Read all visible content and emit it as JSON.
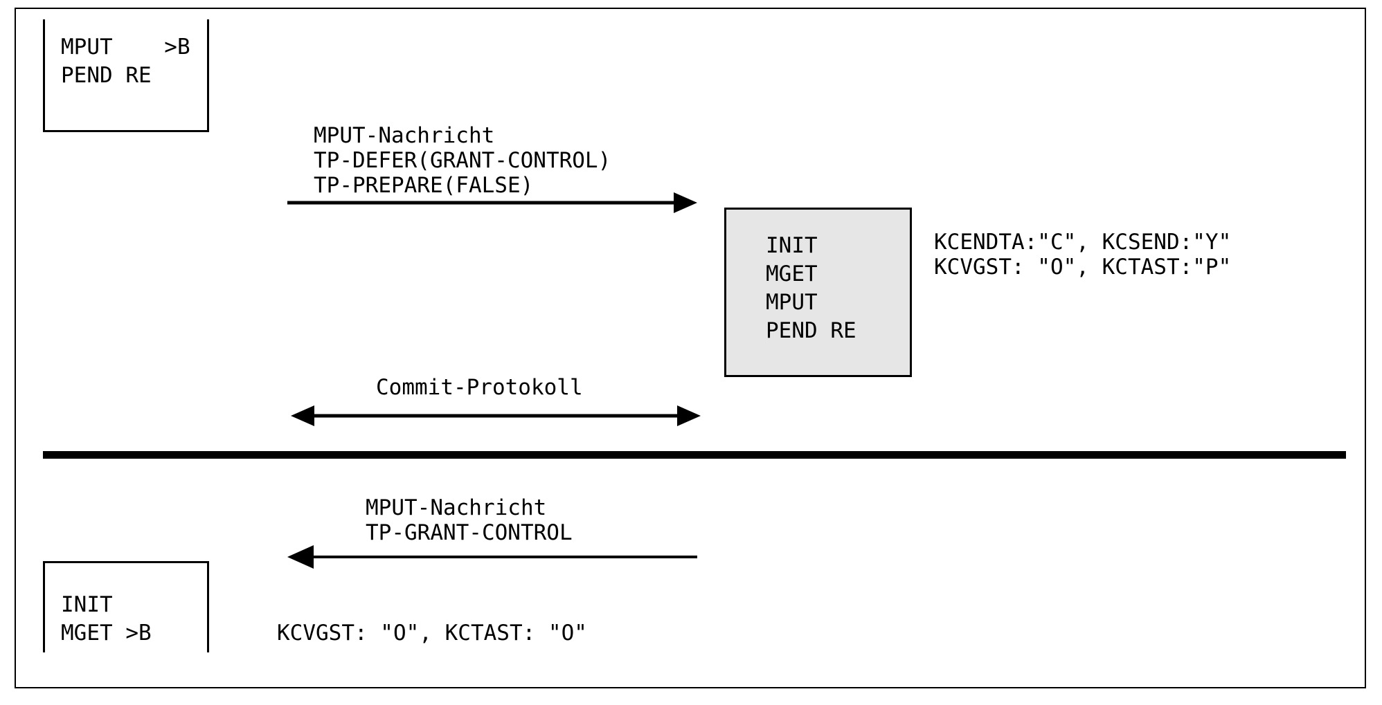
{
  "diagram": {
    "title_colors": {
      "stroke": "#000000",
      "box_fill": "#e6e6e6",
      "background": "#ffffff"
    },
    "top_left_box": {
      "name": "mput-pend-box",
      "lines": [
        "MPUT    >B",
        "PEND RE"
      ]
    },
    "center_box": {
      "name": "init-mget-mput-pend-box",
      "lines": [
        "INIT",
        "MGET",
        "MPUT",
        "PEND RE"
      ]
    },
    "bottom_left_box": {
      "name": "init-mget-box",
      "lines": [
        "INIT",
        "MGET >B"
      ]
    },
    "arrow_top": {
      "name": "mput-message-arrow",
      "direction": "right",
      "labels": [
        "MPUT-Nachricht",
        "TP-DEFER(GRANT-CONTROL)",
        "TP-PREPARE(FALSE)"
      ]
    },
    "arrow_commit": {
      "name": "commit-protocol-arrow",
      "direction": "both",
      "labels": [
        "Commit-Protokoll"
      ]
    },
    "arrow_bottom": {
      "name": "grant-control-arrow",
      "direction": "left",
      "labels": [
        "MPUT-Nachricht",
        "TP-GRANT-CONTROL"
      ]
    },
    "center_box_annotations": [
      "KCENDTA:\"C\", KCSEND:\"Y\"",
      "KCVGST: \"O\", KCTAST:\"P\""
    ],
    "bottom_annotations": [
      "KCVGST: \"O\", KCTAST: \"O\""
    ],
    "divider": {
      "name": "transaction-boundary-divider"
    }
  }
}
